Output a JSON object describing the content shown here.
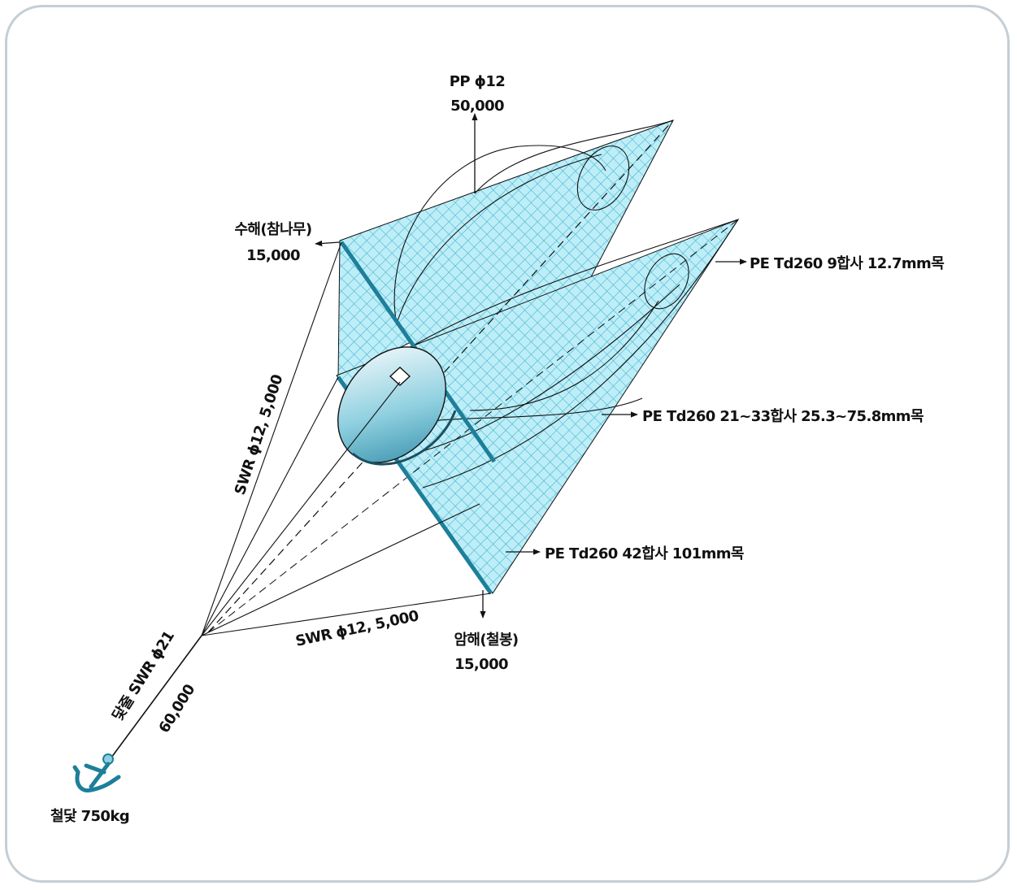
{
  "colors": {
    "net_fill": "#bdeef7",
    "net_mesh": "#4fb6d3",
    "frame_line": "#1d7f9a",
    "lines": "#111111",
    "border": "#c5ced3"
  },
  "labels": {
    "float_top": {
      "line1": "PP ϕ12",
      "line2": "50,000"
    },
    "buoy_upper": {
      "line1": "수해(참나무)",
      "line2": "15,000"
    },
    "buoy_lower": {
      "line1": "암해(철봉)",
      "line2": "15,000"
    },
    "net_mesh_tail": "PE Td260 9합사 12.7mm목",
    "net_mesh_mid": "PE Td260 21~33합사 25.3~75.8mm목",
    "net_mesh_mouth": "PE Td260 42합사 101mm목",
    "bridle_upper": "SWR ϕ12, 5,000",
    "bridle_lower": "SWR ϕ12, 5,000",
    "anchor_rope_1": "닻줄 SWR ϕ21",
    "anchor_rope_2": "60,000",
    "anchor": "철닻 750kg"
  },
  "icons": {
    "anchor": "anchor-icon",
    "kite": "kite-depressor-icon"
  }
}
